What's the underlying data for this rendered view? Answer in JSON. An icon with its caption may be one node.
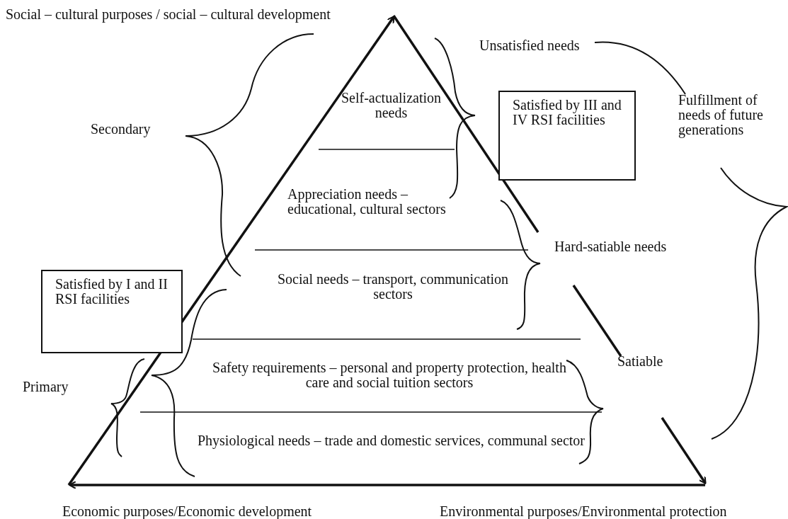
{
  "diagram": {
    "nodes": [
      {
        "text": [
          "Self-actualization needs"
        ]
      },
      {
        "text": [
          "Satisfied by III and IV RSI facilities"
        ]
      },
      {
        "text": [
          "Appreciation needs – educational, cultural sectors"
        ]
      },
      {
        "text": [
          "Social needs – transport, communication sectors"
        ]
      },
      {
        "text": [
          "Satisfied by I and II RSI facilities"
        ]
      },
      {
        "text": [
          "Safety requirements – personal and property protection, health care and social tuition sectors"
        ]
      },
      {
        "text": [
          "Physiological needs – trade and domestic services, communal sector"
        ]
      }
    ],
    "labels": [
      "Social – cultural purposes / social – cultural development",
      "Unsatisfied needs",
      "Fulfillment of needs of future generations",
      "Secondary",
      "Hard-satiable needs",
      "Primary",
      "Satiable",
      "Economic purposes/Economic development",
      "Environmental purposes/Environmental protection"
    ]
  }
}
